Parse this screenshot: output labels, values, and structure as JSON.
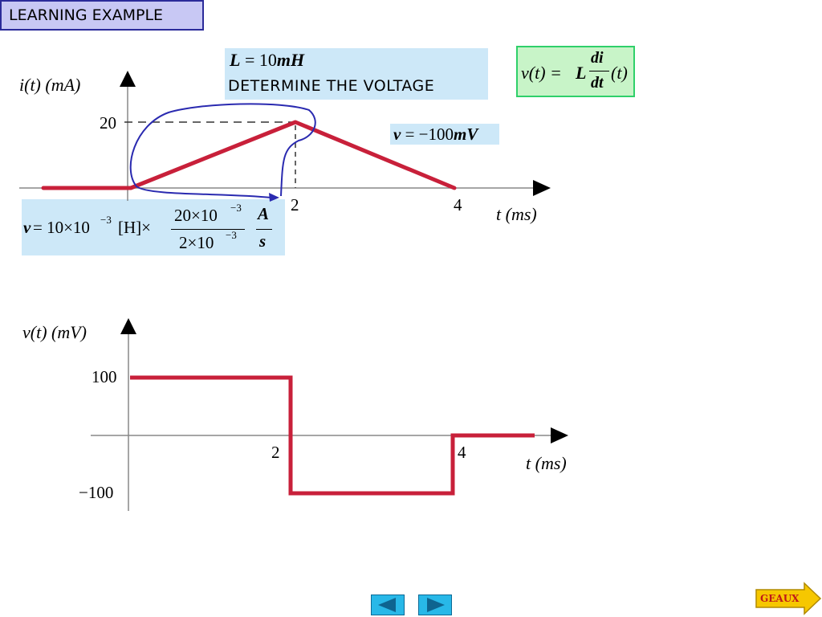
{
  "header": {
    "title": "LEARNING EXAMPLE"
  },
  "given": {
    "L_symbol": "L",
    "L_value": " = 10",
    "L_unit": "mH",
    "instruction": "DETERMINE  THE  VOLTAGE"
  },
  "formula": {
    "lhs": "v(t) = ",
    "L": "L",
    "num": "di",
    "den": "dt",
    "rhs": "(t)"
  },
  "result": {
    "v": "v",
    "value": " = −100",
    "unit": "mV"
  },
  "calc": {
    "v": "v",
    "coef": " = 10×10",
    "coef_exp": "−3",
    "unit_H": "[H]×",
    "num": "20×10",
    "num_exp": "−3",
    "den": "2×10",
    "den_exp": "−3",
    "unit_num": "A",
    "unit_den": "s"
  },
  "current_chart": {
    "ylabel": "i(t) (mA)",
    "y_tick": "20",
    "x_tick_1": "2",
    "x_tick_2": "4",
    "xlabel": "t (ms)"
  },
  "voltage_chart": {
    "ylabel": "v(t) (mV)",
    "y_tick_top": "100",
    "y_tick_bottom": "−100",
    "x_tick_1": "2",
    "x_tick_2": "4",
    "xlabel": "t (ms)"
  },
  "colors": {
    "waveform": "#c8203a",
    "annotation": "#2a2ab0",
    "axis": "#777777"
  },
  "nav": {
    "prev_icon": "left-triangle-icon",
    "next_icon": "right-triangle-icon"
  },
  "geaux": {
    "label": "GEAUX"
  }
}
